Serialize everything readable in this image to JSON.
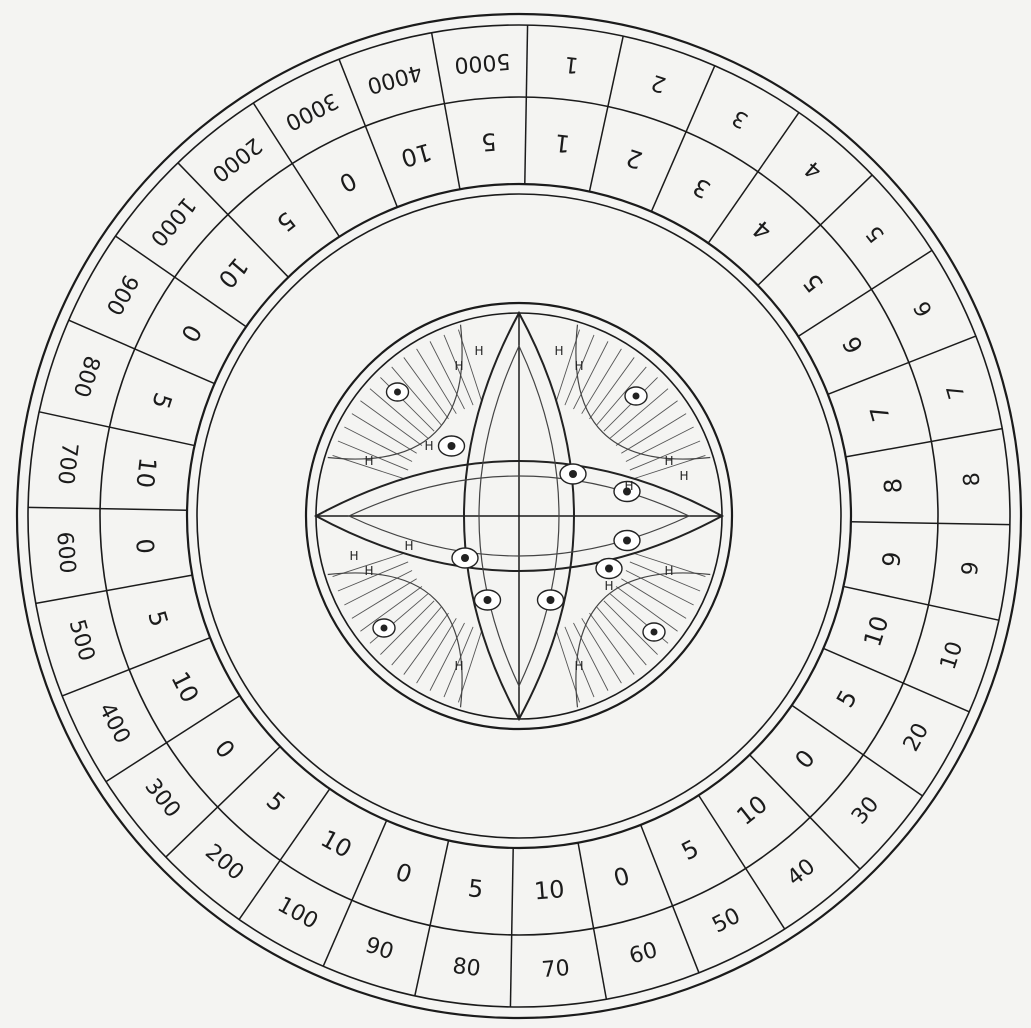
{
  "wheel": {
    "outer_ring": [
      "1",
      "2",
      "3",
      "4",
      "5",
      "6",
      "7",
      "8",
      "9",
      "10",
      "20",
      "30",
      "40",
      "50",
      "60",
      "70",
      "80",
      "90",
      "100",
      "200",
      "300",
      "400",
      "500",
      "600",
      "700",
      "800",
      "900",
      "1000",
      "2000",
      "3000",
      "4000",
      "5000"
    ],
    "inner_ring": [
      "1",
      "2",
      "3",
      "4",
      "5",
      "6",
      "7",
      "8",
      "9",
      "10",
      "5",
      "0",
      "10",
      "5",
      "0",
      "10",
      "5",
      "0",
      "10",
      "5",
      "0",
      "10",
      "5",
      "0",
      "10",
      "5",
      "0",
      "10",
      "5",
      "0",
      "10",
      "5"
    ],
    "center_mark": "H"
  },
  "colors": {
    "ink": "#1b1b1b",
    "paper": "#f4f4f2"
  }
}
